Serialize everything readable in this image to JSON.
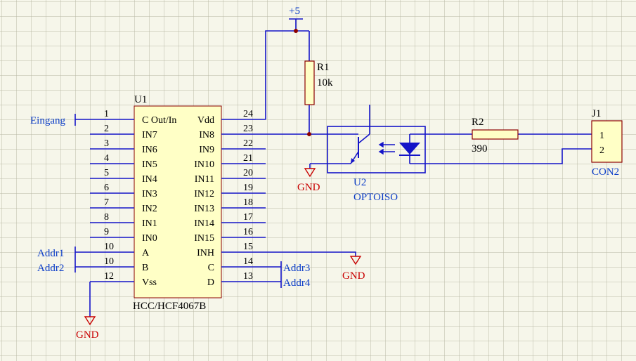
{
  "colors": {
    "background": "#f6f6ea",
    "grid": "#b9b9a6",
    "wire": "#1414c8",
    "component": "#8b0000",
    "net_label": "#0a3cc8",
    "power": "#c80000",
    "junction": "#8b0000",
    "connector_fill": "#ffffc6"
  },
  "u1": {
    "designator": "U1",
    "part": "HCC/HCF4067B",
    "left_pins": [
      {
        "num": "1",
        "name": "C Out/In"
      },
      {
        "num": "2",
        "name": "IN7"
      },
      {
        "num": "3",
        "name": "IN6"
      },
      {
        "num": "4",
        "name": "IN5"
      },
      {
        "num": "5",
        "name": "IN4"
      },
      {
        "num": "6",
        "name": "IN3"
      },
      {
        "num": "7",
        "name": "IN2"
      },
      {
        "num": "8",
        "name": "IN1"
      },
      {
        "num": "9",
        "name": "IN0"
      },
      {
        "num": "10",
        "name": "A"
      },
      {
        "num": "10",
        "name": "B"
      },
      {
        "num": "12",
        "name": "Vss"
      }
    ],
    "right_pins": [
      {
        "num": "24",
        "name": "Vdd"
      },
      {
        "num": "23",
        "name": "IN8"
      },
      {
        "num": "22",
        "name": "IN9"
      },
      {
        "num": "21",
        "name": "IN10"
      },
      {
        "num": "20",
        "name": "IN11"
      },
      {
        "num": "19",
        "name": "IN12"
      },
      {
        "num": "18",
        "name": "IN13"
      },
      {
        "num": "17",
        "name": "IN14"
      },
      {
        "num": "16",
        "name": "IN15"
      },
      {
        "num": "15",
        "name": "INH"
      },
      {
        "num": "14",
        "name": "C"
      },
      {
        "num": "13",
        "name": "D"
      }
    ]
  },
  "net_labels": {
    "eingang": "Eingang",
    "addr1": "Addr1",
    "addr2": "Addr2",
    "addr3": "Addr3",
    "addr4": "Addr4"
  },
  "power": {
    "vcc": "+5",
    "gnd_u1": "GND",
    "gnd_inh": "GND",
    "gnd_opto": "GND"
  },
  "r1": {
    "designator": "R1",
    "value": "10k"
  },
  "r2": {
    "designator": "R2",
    "value": "390"
  },
  "u2": {
    "designator": "U2",
    "part": "OPTOISO"
  },
  "j1": {
    "designator": "J1",
    "part": "CON2",
    "pins": [
      "1",
      "2"
    ]
  }
}
